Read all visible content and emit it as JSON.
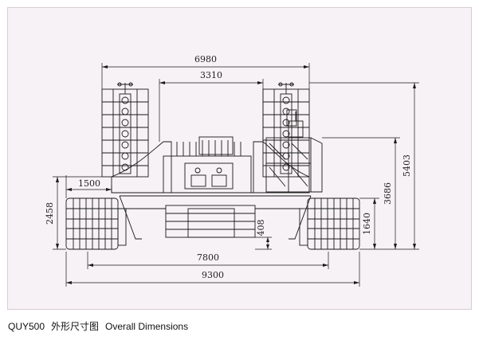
{
  "drawing": {
    "model": "QUY500",
    "dimensions_mm": {
      "width_upper_outer": "6980",
      "width_upper_inner": "3310",
      "width_track_centers": "7800",
      "width_overall": "9300",
      "offset_left": "1500",
      "height_track": "2458",
      "height_overall": "5403",
      "height_upper": "3686",
      "height_cab": "1640",
      "ground_clearance": "408"
    }
  },
  "caption": {
    "code": "QUY500",
    "zh": "外形尺寸图",
    "en": "Overall Dimensions"
  },
  "colors": {
    "line": "#1a1a1a",
    "background": "#f7f2f5",
    "border": "#d8ccd3"
  }
}
